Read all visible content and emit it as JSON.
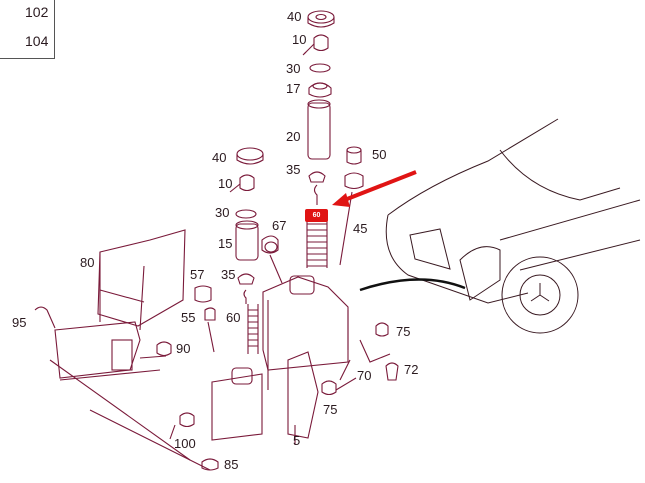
{
  "legend": {
    "items": [
      {
        "number": "102",
        "icon": "bolt-icon"
      },
      {
        "number": "104",
        "icon": "grommet-icon"
      }
    ]
  },
  "highlight": {
    "label": "60",
    "color": "#e01414"
  },
  "arrow": {
    "color": "#e01414"
  },
  "parts": {
    "p40a": "40",
    "p10a": "10",
    "p30a": "30",
    "p17": "17",
    "p20": "20",
    "p35a": "35",
    "p50": "50",
    "p45": "45",
    "p40b": "40",
    "p10b": "10",
    "p30b": "30",
    "p15": "15",
    "p67": "67",
    "p35b": "35",
    "p57": "57",
    "p55": "55",
    "p60": "60",
    "p80": "80",
    "p95": "95",
    "p90": "90",
    "p75a": "75",
    "p70": "70",
    "p72": "72",
    "p75b": "75",
    "p100": "100",
    "p5": "5",
    "p85": "85"
  },
  "colors": {
    "line": "#7a1a3a",
    "text": "#2a1a1f",
    "accent": "#e01414"
  }
}
